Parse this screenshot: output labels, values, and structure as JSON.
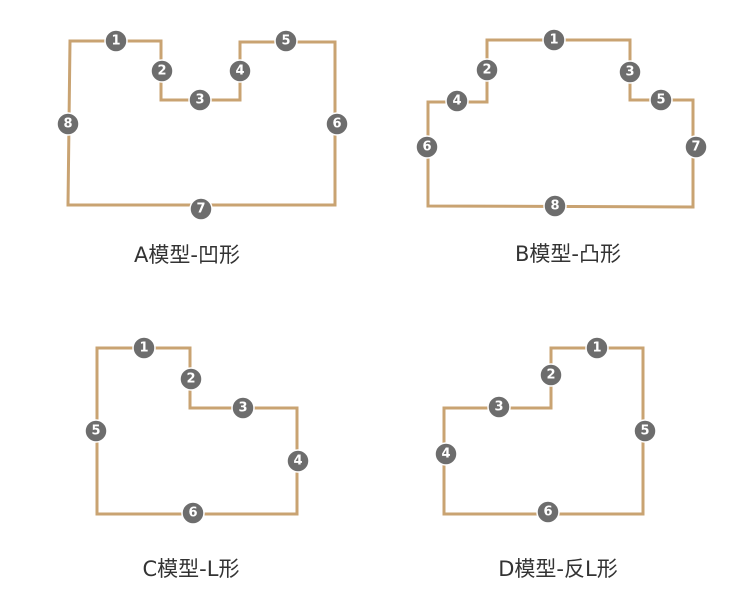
{
  "models": [
    {
      "id": "A",
      "caption": "A模型-凹形",
      "markers": [
        "1",
        "2",
        "3",
        "4",
        "5",
        "6",
        "7",
        "8"
      ]
    },
    {
      "id": "B",
      "caption": "B模型-凸形",
      "markers": [
        "1",
        "2",
        "3",
        "4",
        "5",
        "6",
        "7",
        "8"
      ]
    },
    {
      "id": "C",
      "caption": "C模型-L形",
      "markers": [
        "1",
        "2",
        "3",
        "4",
        "5",
        "6"
      ]
    },
    {
      "id": "D",
      "caption": "D模型-反L形",
      "markers": [
        "1",
        "2",
        "3",
        "4",
        "5",
        "6"
      ]
    }
  ],
  "colors": {
    "outline": "#c9a372",
    "marker": "#6d6d6d",
    "marker_text": "#ffffff",
    "caption": "#333333"
  }
}
